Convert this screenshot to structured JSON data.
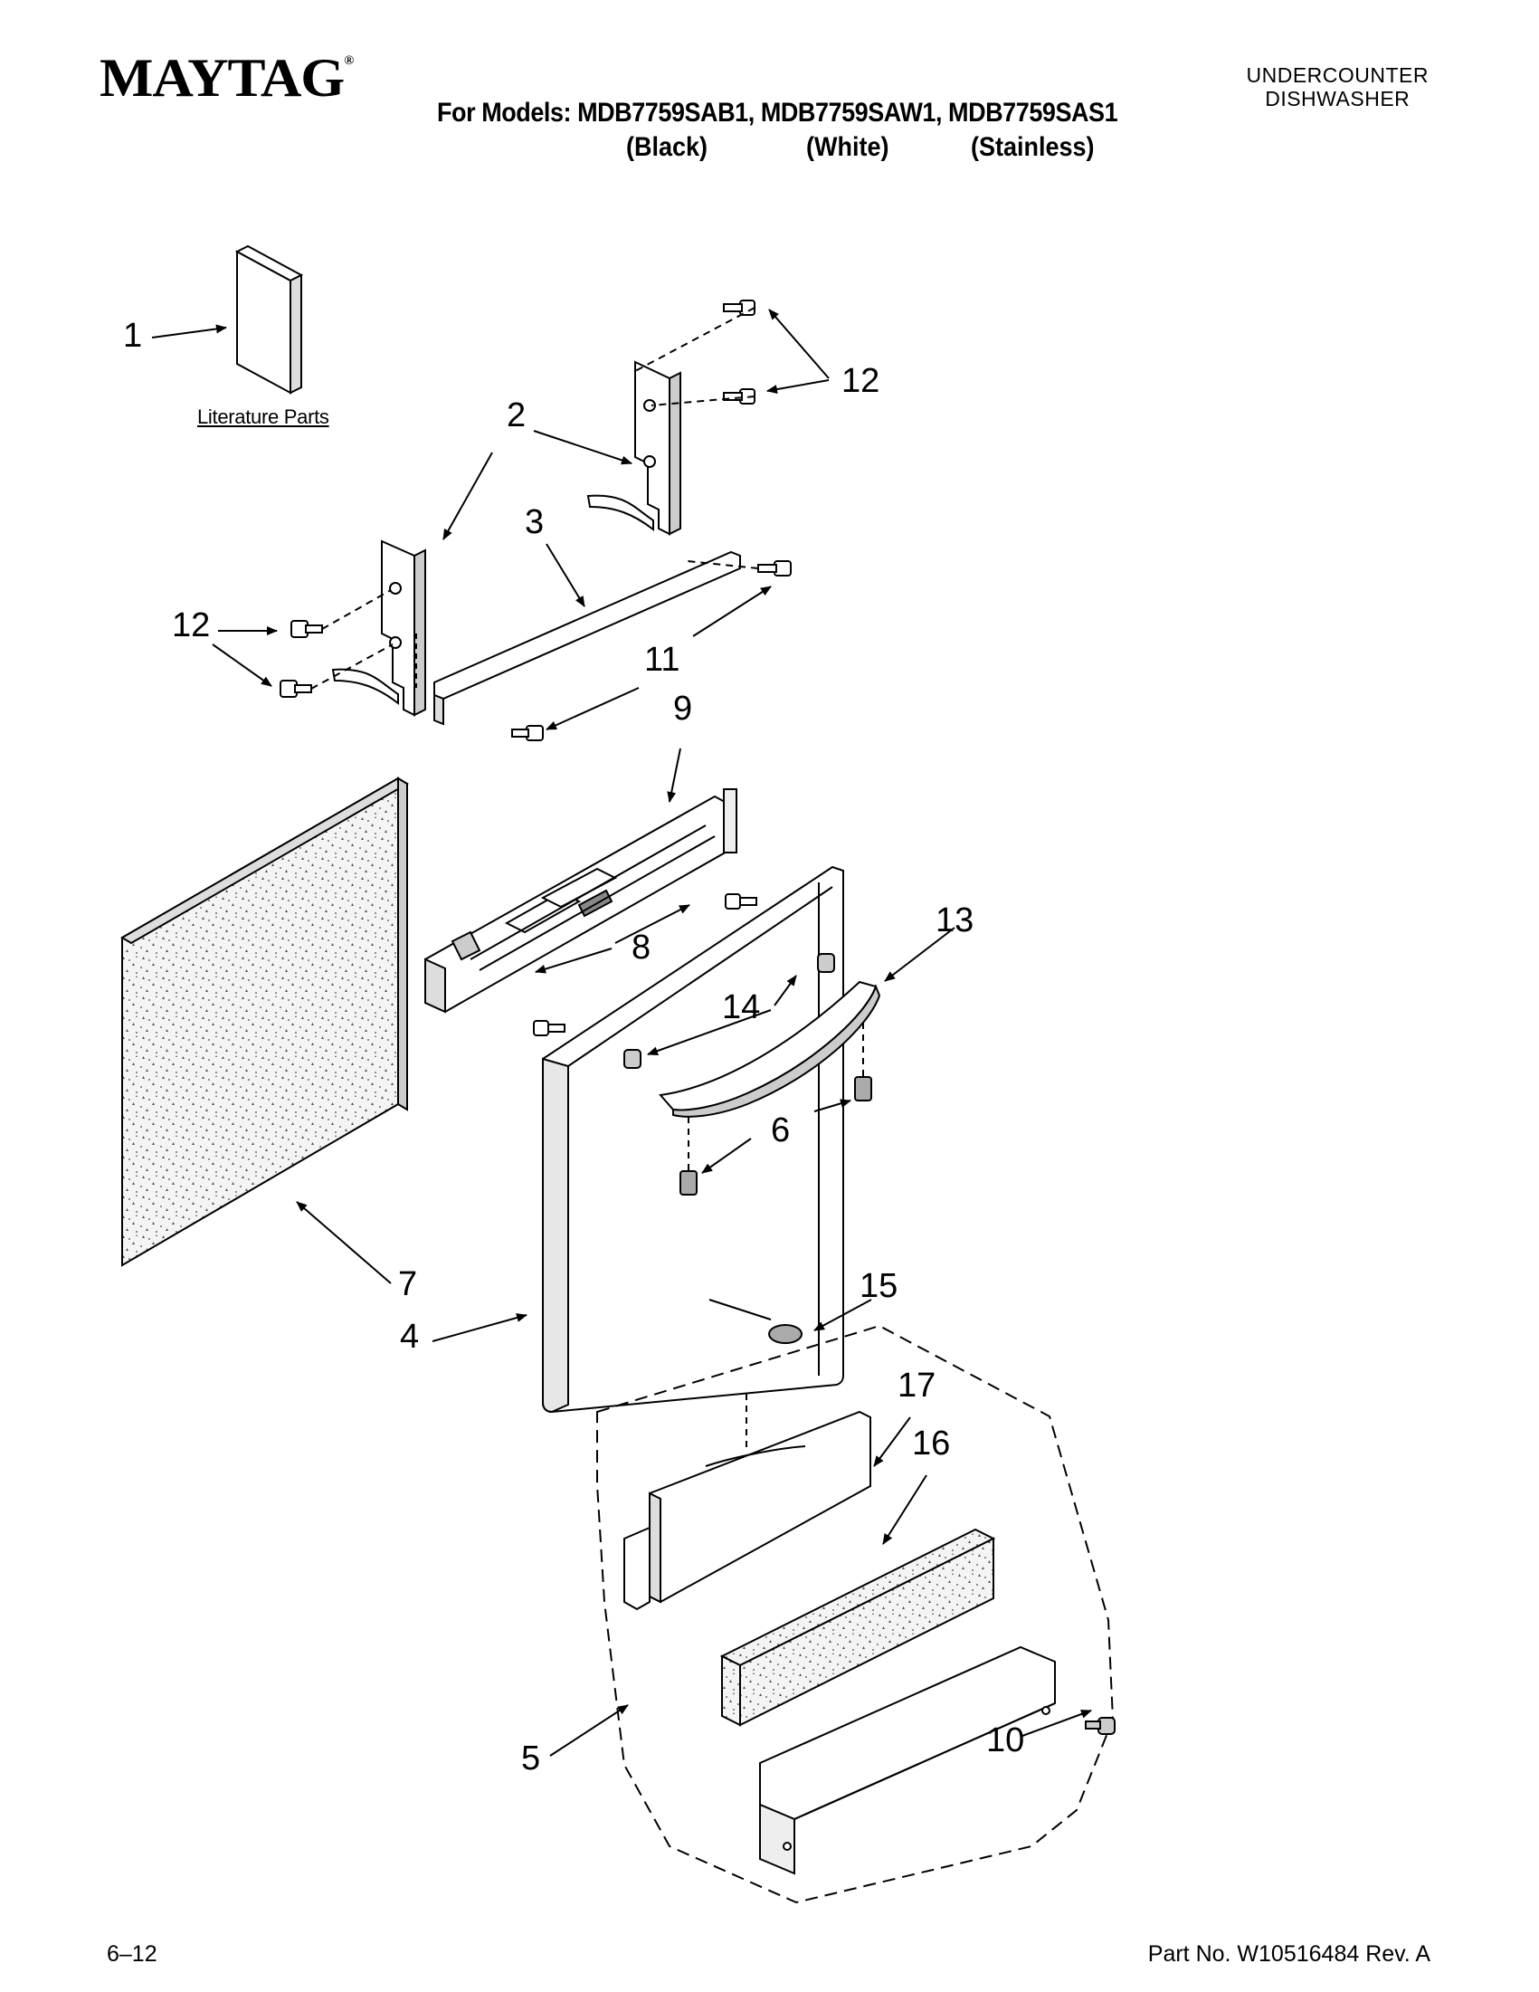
{
  "header": {
    "brand": "MAYTAG",
    "brand_mark": "®",
    "models_line": "For Models: MDB7759SAB1, MDB7759SAW1, MDB7759SAS1",
    "color_black": "(Black)",
    "color_white": "(White)",
    "color_stainless": "(Stainless)",
    "category_line1": "UNDERCOUNTER",
    "category_line2": "DISHWASHER"
  },
  "diagram": {
    "literature_label": "Literature Parts",
    "callouts": {
      "c1": "1",
      "c2": "2",
      "c3": "3",
      "c4": "4",
      "c5": "5",
      "c6": "6",
      "c7": "7",
      "c8": "8",
      "c9": "9",
      "c10": "10",
      "c11": "11",
      "c12a": "12",
      "c12b": "12",
      "c13": "13",
      "c14": "14",
      "c15": "15",
      "c16": "16",
      "c17": "17"
    }
  },
  "footer": {
    "page": "6–12",
    "part_number": "Part No. W10516484 Rev. A"
  }
}
